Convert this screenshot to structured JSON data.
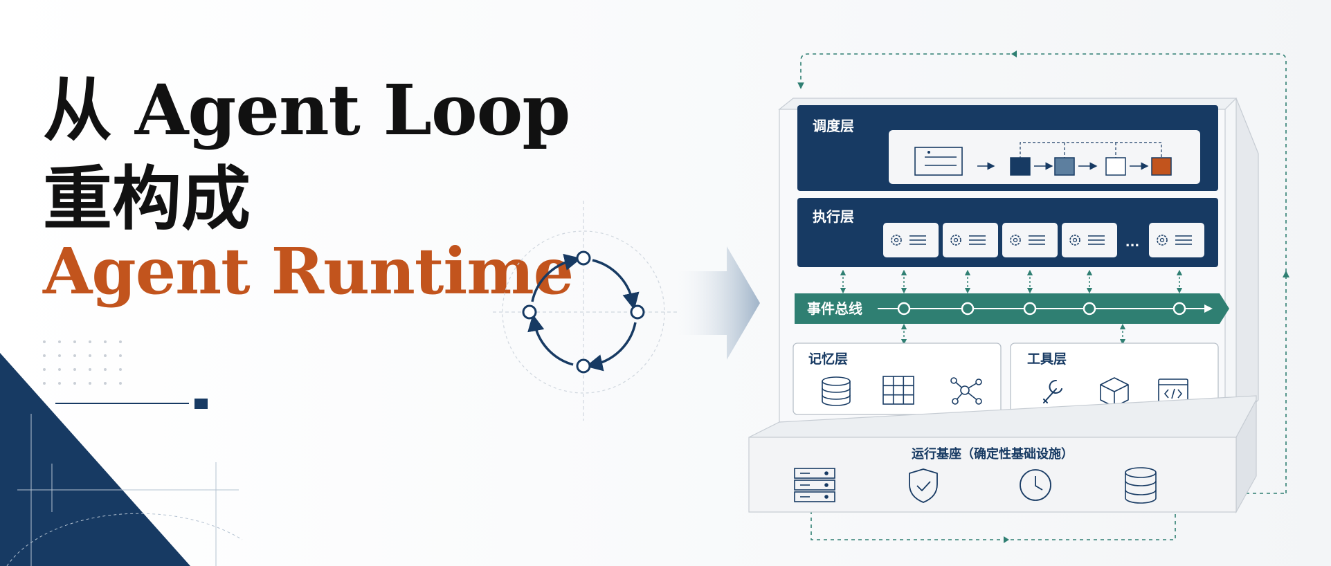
{
  "headline": {
    "line1": "从 Agent Loop",
    "line2": "重构成",
    "line3": "Agent Runtime"
  },
  "layers": {
    "scheduling": "调度层",
    "execution": "执行层",
    "event_bus": "事件总线",
    "memory": "记忆层",
    "tools": "工具层",
    "base": "运行基座（确定性基础设施）",
    "executor_more": "..."
  },
  "colors": {
    "navy": "#173a63",
    "teal": "#2f7f72",
    "orange": "#c2541d",
    "steel": "#5d7f9f"
  }
}
